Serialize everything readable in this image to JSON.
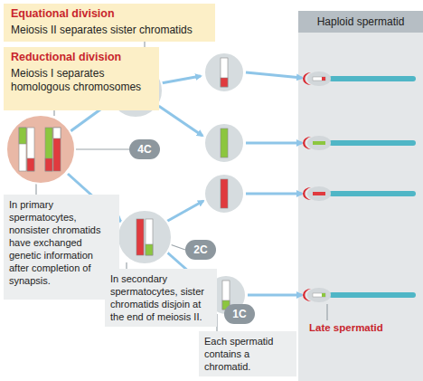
{
  "diagram": {
    "nodes": [
      {
        "text": [
          "Equational division",
          "Meiosis II separates sister chromatids"
        ]
      },
      {
        "text": [
          "Reductional division",
          "Meiosis I separates homologous chromosomes"
        ]
      },
      {
        "text": [
          "4C"
        ]
      },
      {
        "text": [
          "2C"
        ]
      },
      {
        "text": [
          "1C"
        ]
      },
      {
        "text": [
          "In primary spermatocytes, nonsister chromatids have exchanged genetic information after completion of synapsis."
        ]
      },
      {
        "text": [
          "In secondary spermatocytes, sister chromatids disjoin at the end of meiosis II."
        ]
      },
      {
        "text": [
          "Each spermatid contains a chromatid."
        ]
      },
      {
        "text": [
          "Haploid spermatid"
        ]
      }
    ],
    "labels": [
      "Late spermatid"
    ]
  }
}
